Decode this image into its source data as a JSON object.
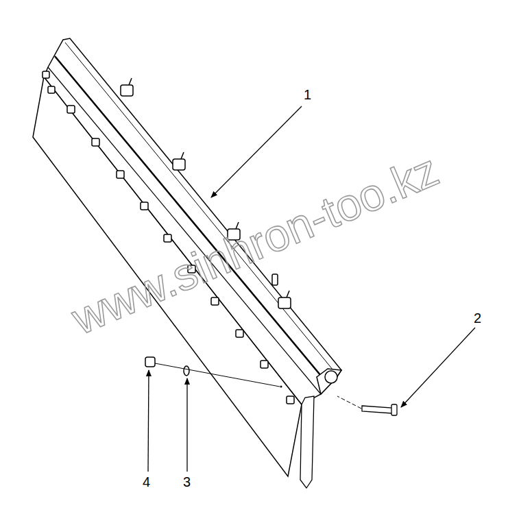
{
  "diagram": {
    "labels": [
      "1",
      "2",
      "3",
      "4",
      "www.sinhron-too.kz"
    ]
  }
}
